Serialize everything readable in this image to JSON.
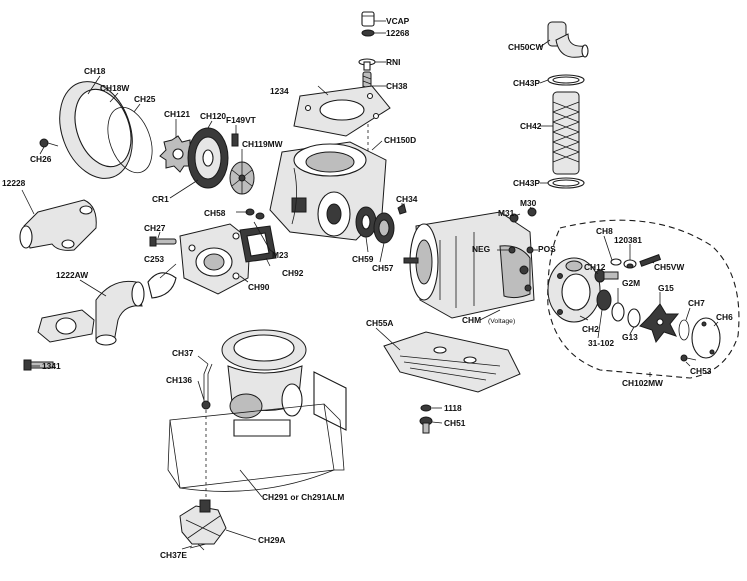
{
  "parts": {
    "vcap": "VCAP",
    "p12268": "12268",
    "rni": "RNI",
    "ch38": "CH38",
    "ch50cw": "CH50CW",
    "ch43p_top": "CH43P",
    "ch42": "CH42",
    "ch43p_bottom": "CH43P",
    "ch18": "CH18",
    "ch18w": "CH18W",
    "ch25": "CH25",
    "p1234": "1234",
    "ch121": "CH121",
    "ch120": "CH120",
    "f149vt": "F149VT",
    "ch119mw": "CH119MW",
    "ch150d": "CH150D",
    "ch26": "CH26",
    "p12228": "12228",
    "cr1": "CR1",
    "ch58": "CH58",
    "ch34": "CH34",
    "m31": "M31",
    "m30": "M30",
    "ch27": "CH27",
    "m23": "M23",
    "ch59": "CH59",
    "ch57": "CH57",
    "neg": "NEG",
    "pos": "POS",
    "ch8": "CH8",
    "p120381": "120381",
    "ch12": "CH12",
    "ch5vw": "CH5VW",
    "c253": "C253",
    "ch92": "CH92",
    "ch90": "CH90",
    "g2m": "G2M",
    "g15": "G15",
    "p1222aw": "1222AW",
    "ch7": "CH7",
    "ch6": "CH6",
    "chm": "CHM",
    "voltage": "(Voltage)",
    "ch2": "CH2",
    "p31_102": "31-102",
    "g13": "G13",
    "ch55a": "CH55A",
    "ch53": "CH53",
    "ch37": "CH37",
    "p1341": "1341",
    "ch102mw": "CH102MW",
    "ch136": "CH136",
    "p1118": "1118",
    "ch51": "CH51",
    "ch291": "CH291 or Ch291ALM",
    "ch29a": "CH29A",
    "ch37e": "CH37E"
  }
}
